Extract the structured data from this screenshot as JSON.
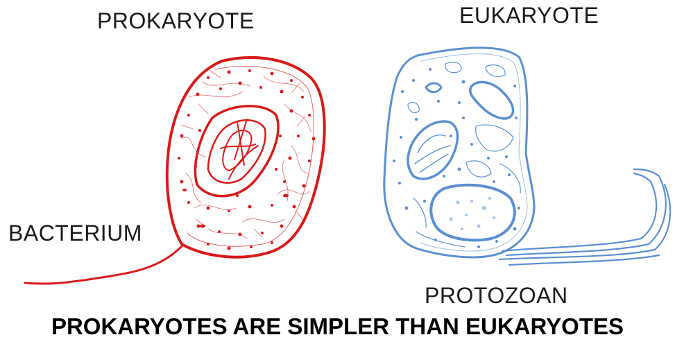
{
  "labels": {
    "prokaryote": "PROKARYOTE",
    "eukaryote": "EUKARYOTE",
    "bacterium": "BACTERIUM",
    "protozoan": "PROTOZOAN"
  },
  "caption": "PROKARYOTES ARE SIMPLER THAN EUKARYOTES",
  "colors": {
    "bacterium_stroke": "#d71a1a",
    "protozoan_stroke": "#5b8fd0",
    "text": "#1a1a1a"
  },
  "icons": [
    "bacterium-cell-icon",
    "protozoan-cell-icon"
  ]
}
